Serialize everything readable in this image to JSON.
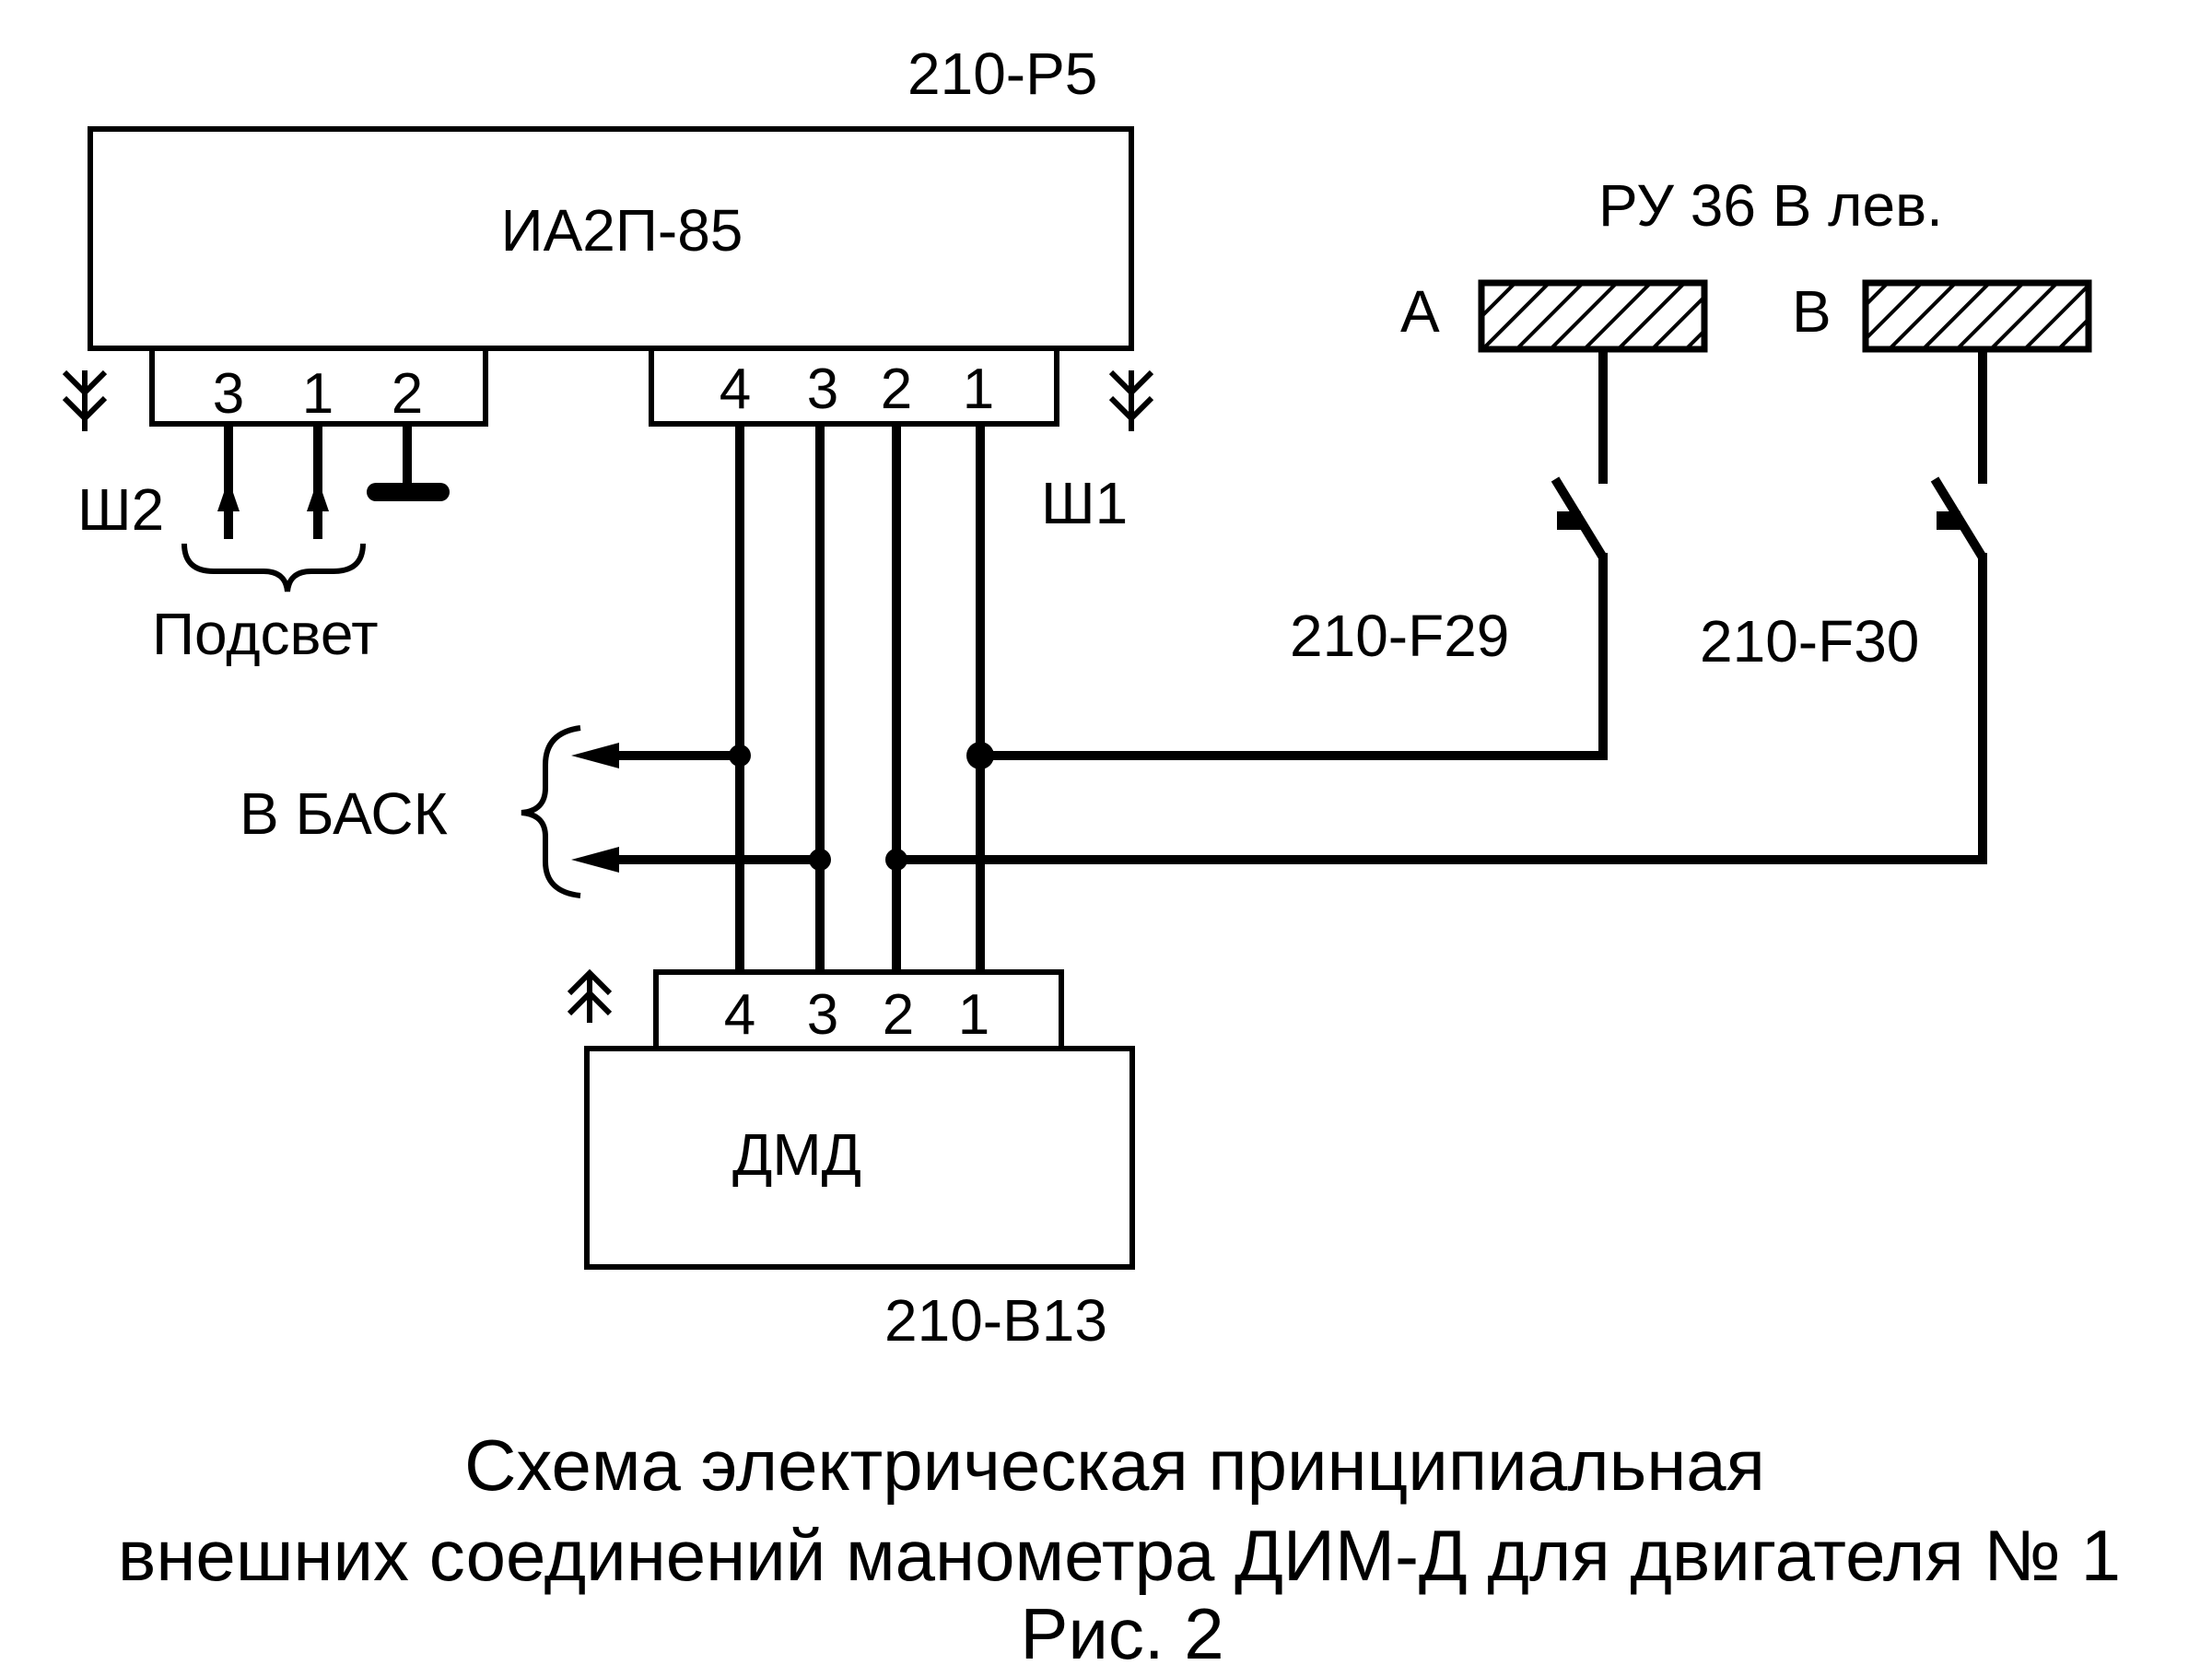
{
  "devices": {
    "indicator": {
      "ref": "210-P5",
      "name": "ИА2П-85"
    },
    "sensor": {
      "ref": "210-B13",
      "name": "ДМД"
    }
  },
  "connectors": {
    "sh2": {
      "label": "Ш2",
      "pins": [
        "3",
        "1",
        "2"
      ]
    },
    "sh1": {
      "label": "Ш1",
      "pins": [
        "4",
        "3",
        "2",
        "1"
      ]
    },
    "sensor": {
      "pins": [
        "4",
        "3",
        "2",
        "1"
      ]
    }
  },
  "labels": {
    "backlight": "Подсвет",
    "bask": "В БАСК",
    "bus": "РУ 36 В лев.",
    "bus_a": "А",
    "bus_b": "В",
    "fuse_1": "210-F29",
    "fuse_2": "210-F30"
  },
  "caption": {
    "line1": "Схема электрическая принципиальная",
    "line2": "внешних соединений манометра ДИМ-Д для двигателя № 1",
    "line3": "Рис. 2"
  }
}
